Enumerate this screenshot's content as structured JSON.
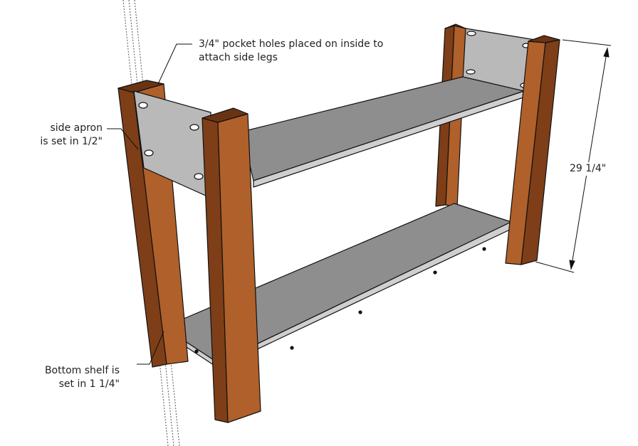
{
  "annotations": {
    "pocket_holes": {
      "line1": "3/4\" pocket holes placed on inside to",
      "line2": "attach side legs"
    },
    "side_apron": {
      "line1": "side apron",
      "line2": "is set in 1/2\""
    },
    "bottom_shelf": {
      "line1": "Bottom shelf is",
      "line2": "set in 1 1/4\""
    }
  },
  "dimension": {
    "height": "29 1/4\""
  },
  "colors": {
    "wood_front": "#b0602a",
    "wood_side": "#7e3e18",
    "wood_top": "#6a3414",
    "shelf_top": "#8e8e8e",
    "shelf_edge": "#cfcfcf",
    "apron_face": "#b9b9b9",
    "line": "#111111"
  }
}
